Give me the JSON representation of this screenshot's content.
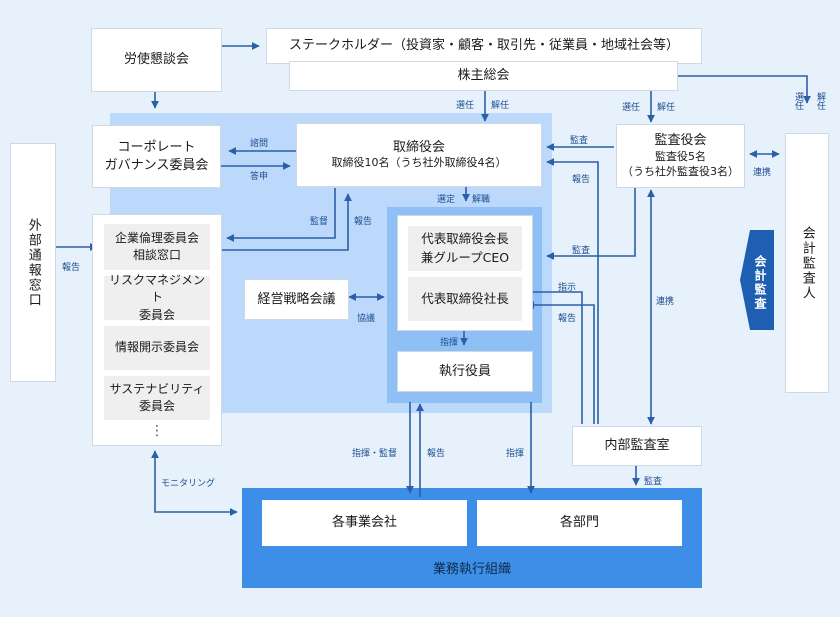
{
  "boxes": {
    "labor_council": "労使懇談会",
    "stakeholders": "ステークホルダー（投資家・顧客・取引先・従業員・地域社会等）",
    "shareholders_meeting": "株主総会",
    "governance_committee": [
      "コーポレート",
      "ガバナンス委員会"
    ],
    "board_title": "取締役会",
    "board_sub": "取締役10名（うち社外取締役4名）",
    "auditors_title": "監査役会",
    "auditors_sub1": "監査役5名",
    "auditors_sub2": "（うち社外監査役3名）",
    "accounting_auditor": "会計監査人",
    "external_hotline": "外部通報窓口",
    "ethics_committee": [
      "企業倫理委員会",
      "相談窓口"
    ],
    "risk_committee": [
      "リスクマネジメント",
      "委員会"
    ],
    "disclosure_committee": "情報開示委員会",
    "sustainability_committee": [
      "サステナビリティ",
      "委員会"
    ],
    "ellipsis": "⋮",
    "strategy_meeting": "経営戦略会議",
    "chairman_ceo": [
      "代表取締役会長",
      "兼グループCEO"
    ],
    "president": "代表取締役社長",
    "executive_officers": "執行役員",
    "internal_audit": "内部監査室",
    "group_companies": "各事業会社",
    "departments": "各部門",
    "business_org": "業務執行組織",
    "accounting_audit_tag": "会計監査"
  },
  "labels": {
    "elect_dismiss": [
      "選任",
      "解任"
    ],
    "consult": "諮問",
    "report_back": "答申",
    "audit": "監査",
    "report": "報告",
    "supervise": "監督",
    "appoint_dismiss": [
      "選定",
      "解職"
    ],
    "cooperate": "連携",
    "collaborate": "協議",
    "direct": "指揮",
    "instruct": "指示",
    "direct_supervise": "指揮・監督",
    "monitoring": "モニタリング"
  },
  "colors": {
    "line": "#2b5fa7",
    "light_region": "#bcd8fb",
    "exec_region": "#8fc0f5",
    "dark_blue": "#3d8ee6",
    "tag": "#1e5fb3"
  }
}
